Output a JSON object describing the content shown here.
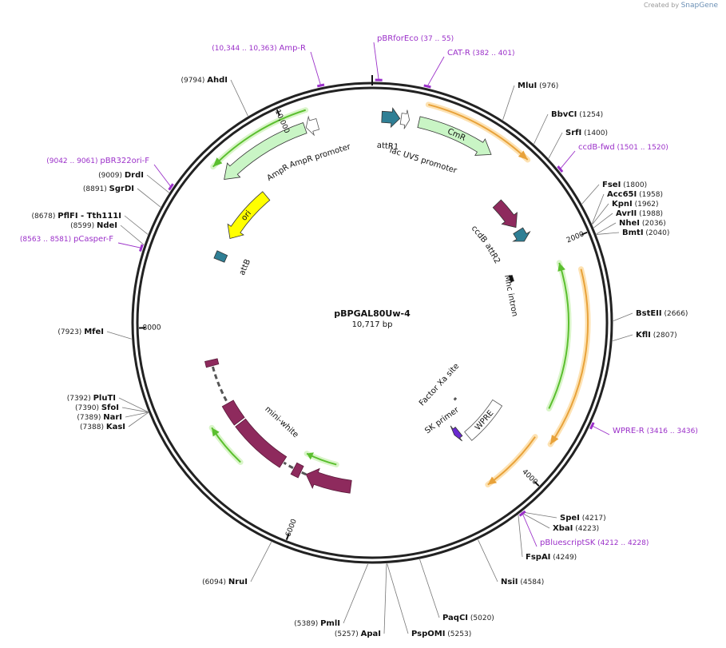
{
  "credit": {
    "prefix": "Created by",
    "brand": "SnapGene"
  },
  "plasmid": {
    "name": "pBPGAL80Uw-4",
    "length_label": "10,717 bp",
    "length": 10717
  },
  "ticks": [
    {
      "bp": 2000,
      "label": "2000"
    },
    {
      "bp": 4000,
      "label": "4000"
    },
    {
      "bp": 6000,
      "label": "6000"
    },
    {
      "bp": 8000,
      "label": "8000"
    },
    {
      "bp": 10000,
      "label": "10,000"
    }
  ],
  "enzymes": [
    {
      "name": "AhdI",
      "pos": "(9794)",
      "bp": 9794
    },
    {
      "name": "MluI",
      "pos": "(976)",
      "bp": 976
    },
    {
      "name": "BbvCI",
      "pos": "(1254)",
      "bp": 1254
    },
    {
      "name": "SrfI",
      "pos": "(1400)",
      "bp": 1400
    },
    {
      "name": "FseI",
      "pos": "(1800)",
      "bp": 1800
    },
    {
      "name": "Acc65I",
      "pos": "(1958)",
      "bp": 1958
    },
    {
      "name": "KpnI",
      "pos": "(1962)",
      "bp": 1962
    },
    {
      "name": "AvrII",
      "pos": "(1988)",
      "bp": 1988
    },
    {
      "name": "NheI",
      "pos": "(2036)",
      "bp": 2036
    },
    {
      "name": "BmtI",
      "pos": "(2040)",
      "bp": 2040
    },
    {
      "name": "BstEII",
      "pos": "(2666)",
      "bp": 2666
    },
    {
      "name": "KflI",
      "pos": "(2807)",
      "bp": 2807
    },
    {
      "name": "SpeI",
      "pos": "(4217)",
      "bp": 4217
    },
    {
      "name": "XbaI",
      "pos": "(4223)",
      "bp": 4223
    },
    {
      "name": "FspAI",
      "pos": "(4249)",
      "bp": 4249
    },
    {
      "name": "NsiI",
      "pos": "(4584)",
      "bp": 4584
    },
    {
      "name": "PaqCI",
      "pos": "(5020)",
      "bp": 5020
    },
    {
      "name": "PspOMI",
      "pos": "(5253)",
      "bp": 5253
    },
    {
      "name": "ApaI",
      "pos": "(5257)",
      "bp": 5257
    },
    {
      "name": "PmlI",
      "pos": "(5389)",
      "bp": 5389
    },
    {
      "name": "NruI",
      "pos": "(6094)",
      "bp": 6094
    },
    {
      "name": "KasI",
      "pos": "(7388)",
      "bp": 7388
    },
    {
      "name": "NarI",
      "pos": "(7389)",
      "bp": 7389
    },
    {
      "name": "SfoI",
      "pos": "(7390)",
      "bp": 7390
    },
    {
      "name": "PluTI",
      "pos": "(7392)",
      "bp": 7392
    },
    {
      "name": "MfeI",
      "pos": "(7923)",
      "bp": 7923
    },
    {
      "name": "NdeI",
      "pos": "(8599)",
      "bp": 8599
    },
    {
      "name": "PflFI - Tth111I",
      "pos": "(8678)",
      "bp": 8678
    },
    {
      "name": "SgrDI",
      "pos": "(8891)",
      "bp": 8891
    },
    {
      "name": "DrdI",
      "pos": "(9009)",
      "bp": 9009
    }
  ],
  "primers": [
    {
      "name": "Amp-R",
      "pos": "(10,344 .. 10,363)",
      "bp": 10353
    },
    {
      "name": "pBRforEco",
      "pos": "(37 .. 55)",
      "bp": 46
    },
    {
      "name": "CAT-R",
      "pos": "(382 .. 401)",
      "bp": 391
    },
    {
      "name": "ccdB-fwd",
      "pos": "(1501 .. 1520)",
      "bp": 1510
    },
    {
      "name": "WPRE-R",
      "pos": "(3416 .. 3436)",
      "bp": 3426
    },
    {
      "name": "pBluescriptSK",
      "pos": "(4212 .. 4228)",
      "bp": 4220
    },
    {
      "name": "pBR322ori-F",
      "pos": "(9042 .. 9061)",
      "bp": 9051
    },
    {
      "name": "pCasper-F",
      "pos": "(8563 .. 8581)",
      "bp": 8572
    }
  ],
  "features": [
    {
      "name": "AmpR",
      "start": 9350,
      "end": 10150,
      "dir": -1,
      "color": "#c9f5c5",
      "ring": 0.86
    },
    {
      "name": "AmpR promoter",
      "start": 10160,
      "end": 10260,
      "dir": -1,
      "color": "#ffffff",
      "ring": 0.86
    },
    {
      "name": "attR1",
      "start": 80,
      "end": 230,
      "dir": 1,
      "color": "#2f7f95",
      "ring": 0.86
    },
    {
      "name": "lac UV5 promoter",
      "start": 240,
      "end": 310,
      "dir": 1,
      "color": "#ffffff",
      "ring": 0.86
    },
    {
      "name": "CmR",
      "start": 390,
      "end": 1050,
      "dir": 1,
      "color": "#c9f5c5",
      "ring": 0.86
    },
    {
      "name": "ccdB",
      "start": 1380,
      "end": 1680,
      "dir": 1,
      "color": "#8e2a5d",
      "ring": 0.72
    },
    {
      "name": "attR2",
      "start": 1720,
      "end": 1840,
      "dir": 1,
      "color": "#2f7f95",
      "ring": 0.72
    },
    {
      "name": "ori",
      "start": 8950,
      "end": 9530,
      "dir": -1,
      "color": "#ffff00",
      "ring": 0.69
    },
    {
      "name": "attB",
      "start": 8700,
      "end": 8780,
      "dir": 0,
      "color": "#2f7f95",
      "ring": 0.69
    },
    {
      "name": "WPRE",
      "start": 3650,
      "end": 4160,
      "dir": 0,
      "color": "#ffffff",
      "ring": 0.62
    },
    {
      "name": "Mhc intron",
      "start": 2120,
      "end": 2190,
      "dir": 0,
      "color": "#111111",
      "ring": 0.61
    },
    {
      "name": "Factor Xa site",
      "start": 3930,
      "end": 3960,
      "dir": 0,
      "color": "#888888",
      "ring": 0.47
    },
    {
      "name": "SK primer",
      "start": 4210,
      "end": 4280,
      "dir": 1,
      "color": "#6a2ad0",
      "ring": 0.58
    }
  ],
  "orf_arcs": [
    {
      "start": 430,
      "end": 1300,
      "dir": 1,
      "color": "#e8a23a",
      "ring": 0.94
    },
    {
      "start": 2250,
      "end": 3700,
      "dir": 1,
      "color": "#e8a23a",
      "ring": 0.9
    },
    {
      "start": 3720,
      "end": 4300,
      "dir": 1,
      "color": "#e8a23a",
      "ring": 0.83
    },
    {
      "start": 2150,
      "end": 3450,
      "dir": -1,
      "color": "#5bbf2f",
      "ring": 0.82
    },
    {
      "start": 9360,
      "end": 10200,
      "dir": -1,
      "color": "#5bbf2f",
      "ring": 0.93
    },
    {
      "start": 6650,
      "end": 7050,
      "dir": 1,
      "color": "#5bbf2f",
      "ring": 0.8
    },
    {
      "start": 5780,
      "end": 6150,
      "dir": 1,
      "color": "#5bbf2f",
      "ring": 0.61
    }
  ],
  "miniwhite": {
    "name": "mini-white",
    "segments": [
      {
        "start": 7590,
        "end": 7650,
        "dir": 0
      },
      {
        "start": 6950,
        "end": 7170,
        "dir": 0
      },
      {
        "start": 6330,
        "end": 6930,
        "dir": 0
      },
      {
        "start": 6120,
        "end": 6200,
        "dir": 0
      },
      {
        "start": 5580,
        "end": 6060,
        "dir": 1
      }
    ],
    "dashes": [
      {
        "start": 7200,
        "end": 7580
      },
      {
        "start": 6210,
        "end": 6320
      },
      {
        "start": 6060,
        "end": 6110
      }
    ]
  }
}
